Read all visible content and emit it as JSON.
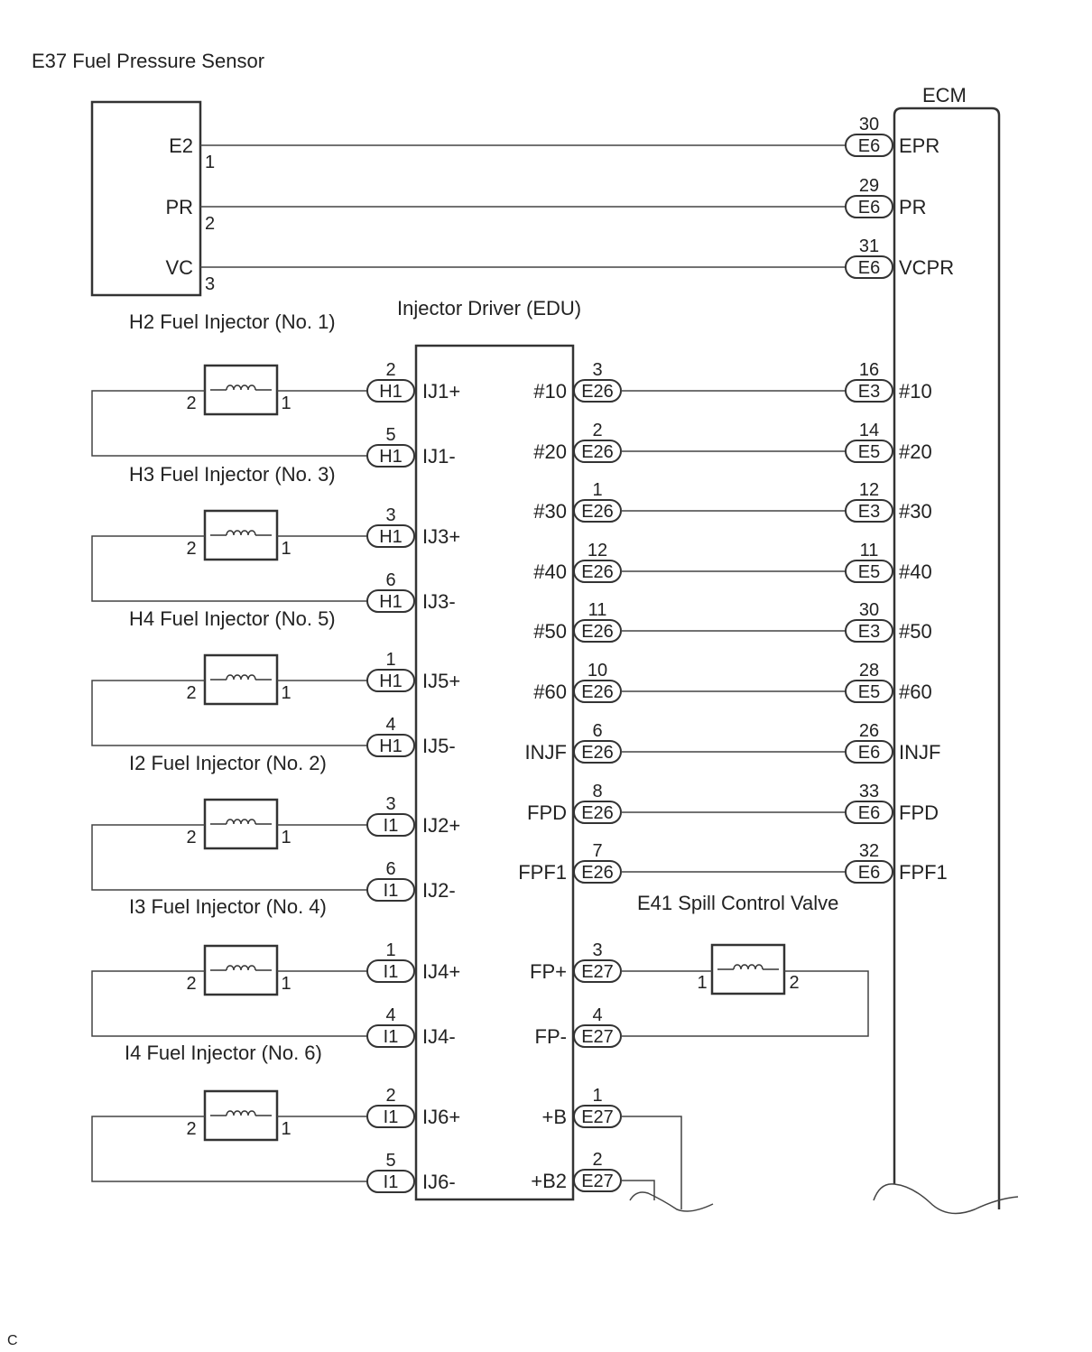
{
  "sensor": {
    "title": "E37 Fuel Pressure Sensor",
    "pins": [
      {
        "name": "E2",
        "num": "1"
      },
      {
        "name": "PR",
        "num": "2"
      },
      {
        "name": "VC",
        "num": "3"
      }
    ]
  },
  "ecm": {
    "title": "ECM",
    "sensor_conns": [
      {
        "num": "30",
        "conn": "E6",
        "label": "EPR"
      },
      {
        "num": "29",
        "conn": "E6",
        "label": "PR"
      },
      {
        "num": "31",
        "conn": "E6",
        "label": "VCPR"
      }
    ]
  },
  "edu": {
    "title": "Injector Driver (EDU)",
    "left_pins": [
      {
        "num": "2",
        "conn": "H1",
        "label": "IJ1+"
      },
      {
        "num": "5",
        "conn": "H1",
        "label": "IJ1-"
      },
      {
        "num": "3",
        "conn": "H1",
        "label": "IJ3+"
      },
      {
        "num": "6",
        "conn": "H1",
        "label": "IJ3-"
      },
      {
        "num": "1",
        "conn": "H1",
        "label": "IJ5+"
      },
      {
        "num": "4",
        "conn": "H1",
        "label": "IJ5-"
      },
      {
        "num": "3",
        "conn": "I1",
        "label": "IJ2+"
      },
      {
        "num": "6",
        "conn": "I1",
        "label": "IJ2-"
      },
      {
        "num": "1",
        "conn": "I1",
        "label": "IJ4+"
      },
      {
        "num": "4",
        "conn": "I1",
        "label": "IJ4-"
      },
      {
        "num": "2",
        "conn": "I1",
        "label": "IJ6+"
      },
      {
        "num": "5",
        "conn": "I1",
        "label": "IJ6-"
      }
    ],
    "right_pins": [
      {
        "label": "#10",
        "num": "3",
        "conn": "E26",
        "ecm_num": "16",
        "ecm_conn": "E3",
        "ecm_label": "#10"
      },
      {
        "label": "#20",
        "num": "2",
        "conn": "E26",
        "ecm_num": "14",
        "ecm_conn": "E5",
        "ecm_label": "#20"
      },
      {
        "label": "#30",
        "num": "1",
        "conn": "E26",
        "ecm_num": "12",
        "ecm_conn": "E3",
        "ecm_label": "#30"
      },
      {
        "label": "#40",
        "num": "12",
        "conn": "E26",
        "ecm_num": "11",
        "ecm_conn": "E5",
        "ecm_label": "#40"
      },
      {
        "label": "#50",
        "num": "11",
        "conn": "E26",
        "ecm_num": "30",
        "ecm_conn": "E3",
        "ecm_label": "#50"
      },
      {
        "label": "#60",
        "num": "10",
        "conn": "E26",
        "ecm_num": "28",
        "ecm_conn": "E5",
        "ecm_label": "#60"
      },
      {
        "label": "INJF",
        "num": "6",
        "conn": "E26",
        "ecm_num": "26",
        "ecm_conn": "E6",
        "ecm_label": "INJF"
      },
      {
        "label": "FPD",
        "num": "8",
        "conn": "E26",
        "ecm_num": "33",
        "ecm_conn": "E6",
        "ecm_label": "FPD"
      },
      {
        "label": "FPF1",
        "num": "7",
        "conn": "E26",
        "ecm_num": "32",
        "ecm_conn": "E6",
        "ecm_label": "FPF1"
      }
    ],
    "lower_pins": [
      {
        "label": "FP+",
        "num": "3",
        "conn": "E27"
      },
      {
        "label": "FP-",
        "num": "4",
        "conn": "E27"
      },
      {
        "label": "+B",
        "num": "1",
        "conn": "E27"
      },
      {
        "label": "+B2",
        "num": "2",
        "conn": "E27"
      }
    ]
  },
  "injectors": [
    {
      "title": "H2 Fuel Injector (No. 1)",
      "pin_a": "2",
      "pin_b": "1"
    },
    {
      "title": "H3 Fuel Injector (No. 3)",
      "pin_a": "2",
      "pin_b": "1"
    },
    {
      "title": "H4 Fuel Injector (No. 5)",
      "pin_a": "2",
      "pin_b": "1"
    },
    {
      "title": "I2 Fuel Injector (No. 2)",
      "pin_a": "2",
      "pin_b": "1"
    },
    {
      "title": "I3 Fuel Injector (No. 4)",
      "pin_a": "2",
      "pin_b": "1"
    },
    {
      "title": "I4 Fuel Injector (No. 6)",
      "pin_a": "2",
      "pin_b": "1"
    }
  ],
  "spill_valve": {
    "title": "E41 Spill Control Valve",
    "pin_a": "1",
    "pin_b": "2"
  },
  "footer_code": "C"
}
